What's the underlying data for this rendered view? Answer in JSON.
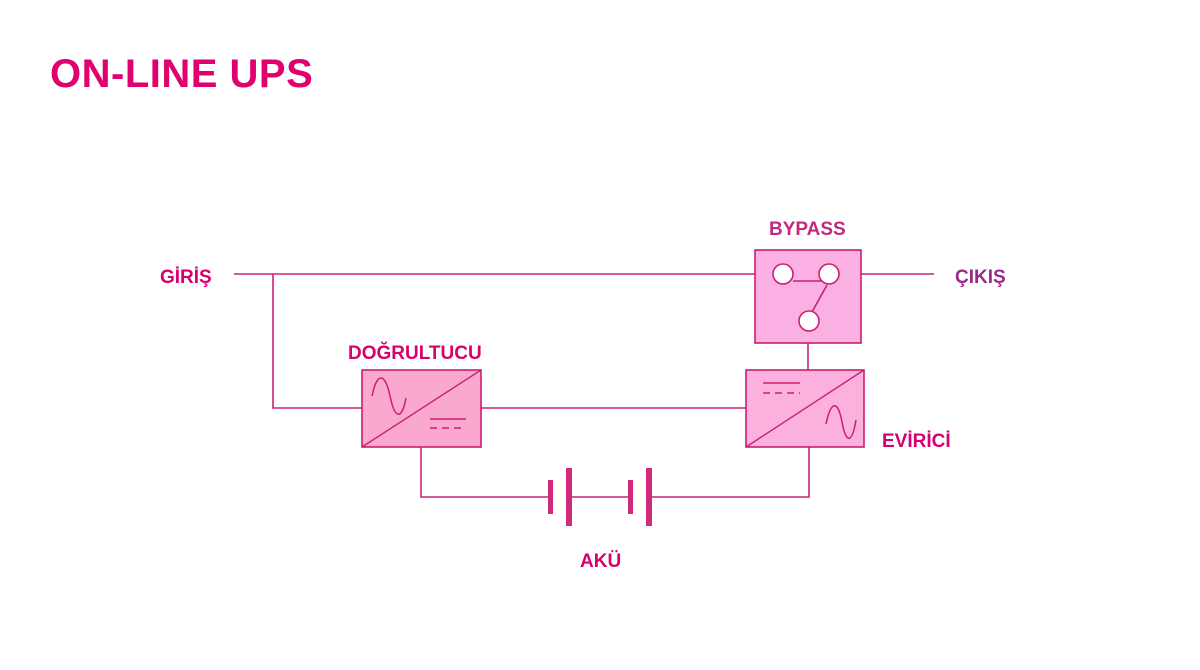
{
  "title": "ON-LINE UPS",
  "labels": {
    "input": "GİRİŞ",
    "output": "ÇIKIŞ",
    "bypass": "BYPASS",
    "rectifier": "DOĞRULTUCU",
    "inverter": "EVİRİCİ",
    "battery": "AKÜ"
  },
  "colors": {
    "title": "#e0006e",
    "label_magenta": "#d6006f",
    "label_purple": "#9a2a8a",
    "line": "#cc2277",
    "box_fill_rectifier": "#fba8cf",
    "box_fill_bypass": "#fbb0e4",
    "box_fill_inverter": "#fbb0de",
    "box_stroke": "#c9206f",
    "battery": "#d02a7c"
  },
  "icons": {
    "rectifier_in": "ac-sine-icon",
    "rectifier_out": "dc-symbol-icon",
    "inverter_in": "dc-symbol-icon",
    "inverter_out": "ac-sine-icon",
    "bypass_switch": "switch-icon",
    "battery": "battery-icon"
  }
}
